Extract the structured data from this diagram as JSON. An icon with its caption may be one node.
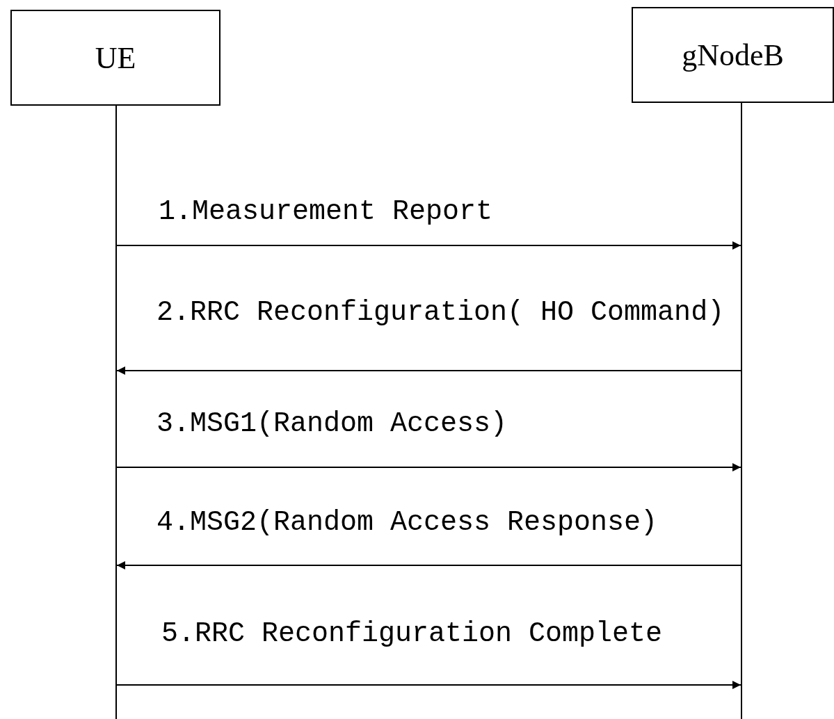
{
  "diagram": {
    "nodes": [
      {
        "text": [
          "UE"
        ]
      },
      {
        "text": [
          "gNodeB"
        ]
      },
      {
        "text": [],
        "shape": "bar"
      },
      {
        "text": [],
        "shape": "bar"
      }
    ],
    "edges": [
      {
        "from": 2,
        "to": 3,
        "arrow": "to",
        "label": "1.Measurement Report"
      },
      {
        "from": 3,
        "to": 2,
        "arrow": "to",
        "label": "2.RRC Reconfiguration( HO Command)"
      },
      {
        "from": 2,
        "to": 3,
        "arrow": "to",
        "label": "3.MSG1(Random Access)"
      },
      {
        "from": 3,
        "to": 2,
        "arrow": "to",
        "label": "4.MSG2(Random Access Response)"
      },
      {
        "from": 2,
        "to": 3,
        "arrow": "to",
        "label": "5.RRC Reconfiguration Complete"
      }
    ]
  }
}
